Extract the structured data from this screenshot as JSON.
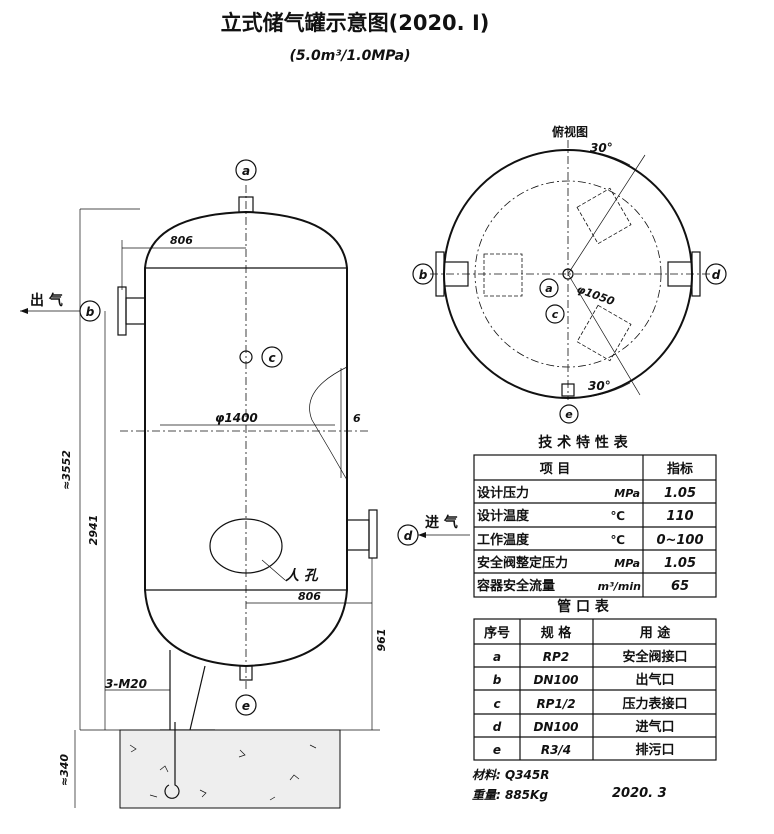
{
  "title": "立式储气罐示意图(2020. Ⅰ)",
  "subtitle": "(5.0m³/1.0MPa)",
  "front_view": {
    "outlet_label": "出 气",
    "inlet_label": "进 气",
    "manhole_label": "人 孔",
    "dims": {
      "top_offset": "806",
      "diameter": "φ1400",
      "thickness": "6",
      "total_height": "≈3552",
      "inlet_height": "2941",
      "manhole_offset": "806",
      "manhole_height": "961",
      "foundation": "≈340",
      "bolts": "3-M20"
    },
    "port_labels": [
      "a",
      "b",
      "c",
      "d",
      "e"
    ]
  },
  "top_view": {
    "title": "俯视图",
    "angle_top": "30°",
    "angle_bottom": "30°",
    "bolt_circle": "φ1050",
    "port_labels": [
      "a",
      "b",
      "c",
      "d",
      "e"
    ]
  },
  "tech_table": {
    "title": "技 术 特 性 表",
    "headers": [
      "项 目",
      "指标"
    ],
    "rows": [
      {
        "item": "设计压力",
        "unit": "MPa",
        "value": "1.05"
      },
      {
        "item": "设计温度",
        "unit": "℃",
        "value": "110"
      },
      {
        "item": "工作温度",
        "unit": "℃",
        "value": "0~100"
      },
      {
        "item": "安全阀整定压力",
        "unit": "MPa",
        "value": "1.05"
      },
      {
        "item": "容器安全流量",
        "unit": "m³/min",
        "value": "65"
      }
    ]
  },
  "port_table": {
    "title": "管 口 表",
    "headers": [
      "序号",
      "规 格",
      "用 途"
    ],
    "rows": [
      {
        "id": "a",
        "spec": "RP2",
        "use": "安全阀接口"
      },
      {
        "id": "b",
        "spec": "DN100",
        "use": "出气口"
      },
      {
        "id": "c",
        "spec": "RP1/2",
        "use": "压力表接口"
      },
      {
        "id": "d",
        "spec": "DN100",
        "use": "进气口"
      },
      {
        "id": "e",
        "spec": "R3/4",
        "use": "排污口"
      }
    ]
  },
  "footer": {
    "material": "材料: Q345R",
    "weight": "重量: 885Kg",
    "date": "2020. 3"
  }
}
